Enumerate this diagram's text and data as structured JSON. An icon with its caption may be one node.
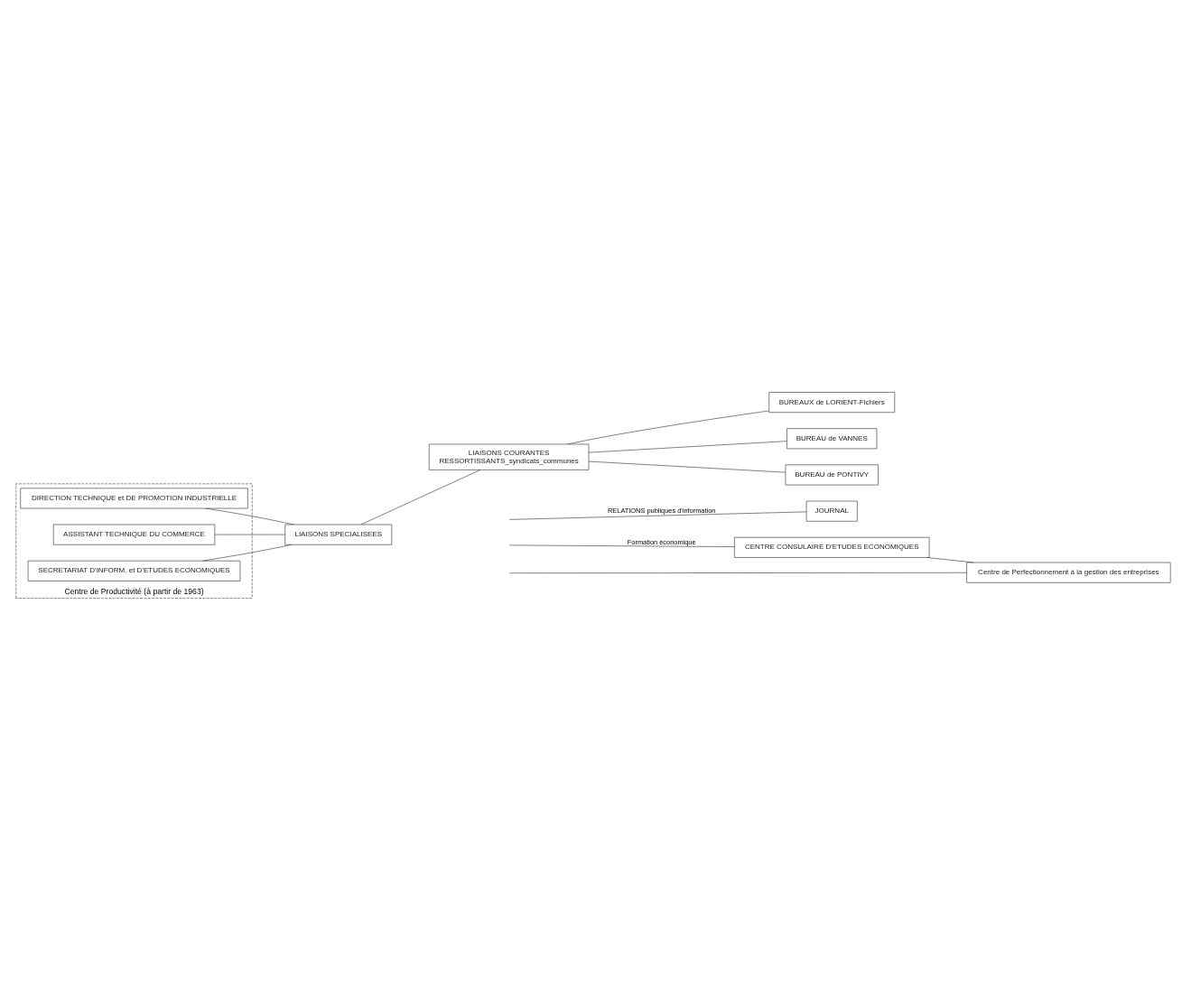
{
  "diagram": {
    "nodes": [
      {
        "text": [
          "Centre de Productivité (à partir de 1963)"
        ]
      },
      {
        "text": [
          "DIRECTION TECHNIQUE et DE PROMOTION INDUSTRIELLE"
        ],
        "in": 0
      },
      {
        "text": [
          "ASSISTANT TECHNIQUE DU COMMERCE"
        ],
        "in": 0
      },
      {
        "text": [
          "SECRETARIAT D'INFORM. et D'ETUDES ECONOMIQUES"
        ],
        "in": 0
      },
      {
        "text": [
          "LIAISONS SPECIALISEES"
        ]
      },
      {
        "text": [
          "LIAISONS COURANTES",
          "RESSORTISSANTS_syndicats_communes"
        ]
      },
      {
        "text": [
          "BUREAUX de LORIENT-Fichiers"
        ]
      },
      {
        "text": [
          "BUREAU de VANNES"
        ]
      },
      {
        "text": [
          "BUREAU de PONTIVY"
        ]
      },
      {
        "text": [
          "JOURNAL"
        ]
      },
      {
        "text": [
          "CENTRE CONSULAIRE D'ETUDES ECONOMIQUES"
        ]
      },
      {
        "text": [
          "Centre de Perfectionnement à la gestion des entreprises"
        ]
      }
    ],
    "edges": [
      {
        "from": 1,
        "to": 4,
        "arrow": "none"
      },
      {
        "from": 2,
        "to": 4,
        "arrow": "none"
      },
      {
        "from": 3,
        "to": 4,
        "arrow": "none"
      },
      {
        "from": 5,
        "to": 6,
        "arrow": "none"
      },
      {
        "from": 5,
        "to": 7,
        "arrow": "none"
      },
      {
        "from": 5,
        "to": 8,
        "arrow": "none"
      },
      {
        "from": 4,
        "to": 5,
        "arrow": "none"
      },
      {
        "from": null,
        "to": 9,
        "arrow": "none",
        "label": "RELATIONS publiques d'information"
      },
      {
        "from": null,
        "to": 10,
        "arrow": "none",
        "label": "Formation économique"
      },
      {
        "from": null,
        "to": 11,
        "arrow": "none"
      },
      {
        "from": 10,
        "to": 11,
        "arrow": "none"
      }
    ]
  }
}
